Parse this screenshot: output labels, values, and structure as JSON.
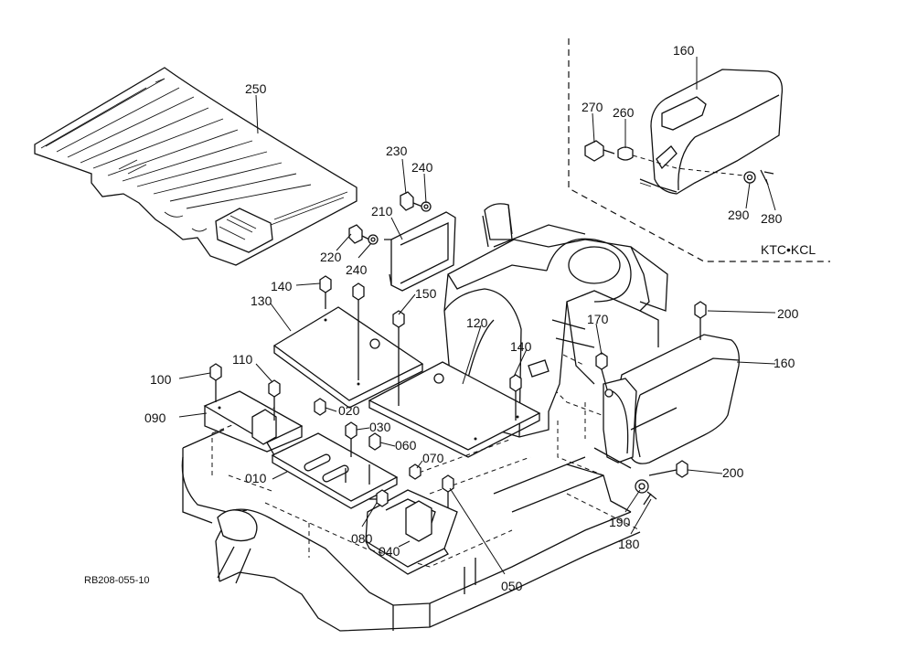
{
  "diagram": {
    "drawing_code": "RB208-055-10",
    "variant_label": "KTC•KCL",
    "callouts": [
      {
        "id": "c250",
        "text": "250"
      },
      {
        "id": "c230",
        "text": "230"
      },
      {
        "id": "c240a",
        "text": "240"
      },
      {
        "id": "c210",
        "text": "210"
      },
      {
        "id": "c220",
        "text": "220"
      },
      {
        "id": "c240b",
        "text": "240"
      },
      {
        "id": "c140a",
        "text": "140"
      },
      {
        "id": "c130",
        "text": "130"
      },
      {
        "id": "c150",
        "text": "150"
      },
      {
        "id": "c120",
        "text": "120"
      },
      {
        "id": "c140b",
        "text": "140"
      },
      {
        "id": "c170",
        "text": "170"
      },
      {
        "id": "c200a",
        "text": "200"
      },
      {
        "id": "c160b",
        "text": "160"
      },
      {
        "id": "c110",
        "text": "110"
      },
      {
        "id": "c100",
        "text": "100"
      },
      {
        "id": "c090",
        "text": "090"
      },
      {
        "id": "c020",
        "text": "020"
      },
      {
        "id": "c030",
        "text": "030"
      },
      {
        "id": "c060",
        "text": "060"
      },
      {
        "id": "c070",
        "text": "070"
      },
      {
        "id": "c010",
        "text": "010"
      },
      {
        "id": "c080",
        "text": "080"
      },
      {
        "id": "c040",
        "text": "040"
      },
      {
        "id": "c050",
        "text": "050"
      },
      {
        "id": "c200b",
        "text": "200"
      },
      {
        "id": "c190",
        "text": "190"
      },
      {
        "id": "c180",
        "text": "180"
      },
      {
        "id": "c160a",
        "text": "160"
      },
      {
        "id": "c270",
        "text": "270"
      },
      {
        "id": "c260",
        "text": "260"
      },
      {
        "id": "c290",
        "text": "290"
      },
      {
        "id": "c280",
        "text": "280"
      }
    ]
  }
}
